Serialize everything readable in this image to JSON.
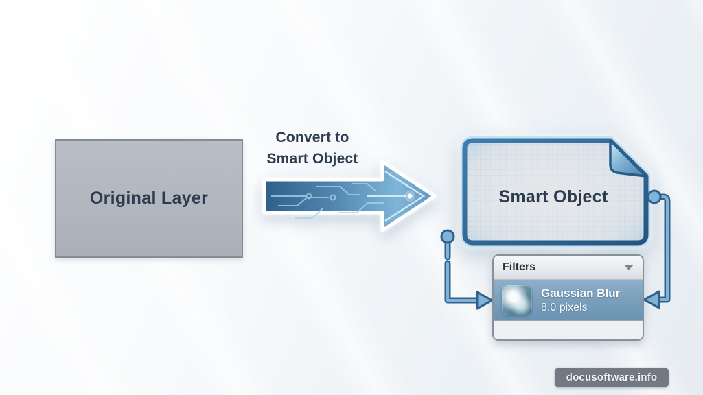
{
  "diagram": {
    "original_layer": {
      "label": "Original Layer"
    },
    "conversion_arrow": {
      "label": "Convert to\nSmart Object"
    },
    "smart_object": {
      "label": "Smart Object"
    },
    "filters_panel": {
      "title": "Filters",
      "items": [
        {
          "name": "Gaussian Blur",
          "value": "8.0 pixels"
        }
      ]
    },
    "watermark": {
      "label": "docusoftware.info"
    }
  },
  "colors": {
    "text_dark": "#2c3b4e",
    "arrow_blue_dark": "#2f5f8c",
    "arrow_blue_light": "#7fb5d8",
    "doc_border_blue": "#2f618c",
    "filter_row_blue": "#7ca1bd",
    "filter_row_text": "#ffffff",
    "panel_header_bg": "#e6eaee",
    "original_layer_fill": "#b2b6be",
    "watermark_bg": "#686f78"
  }
}
